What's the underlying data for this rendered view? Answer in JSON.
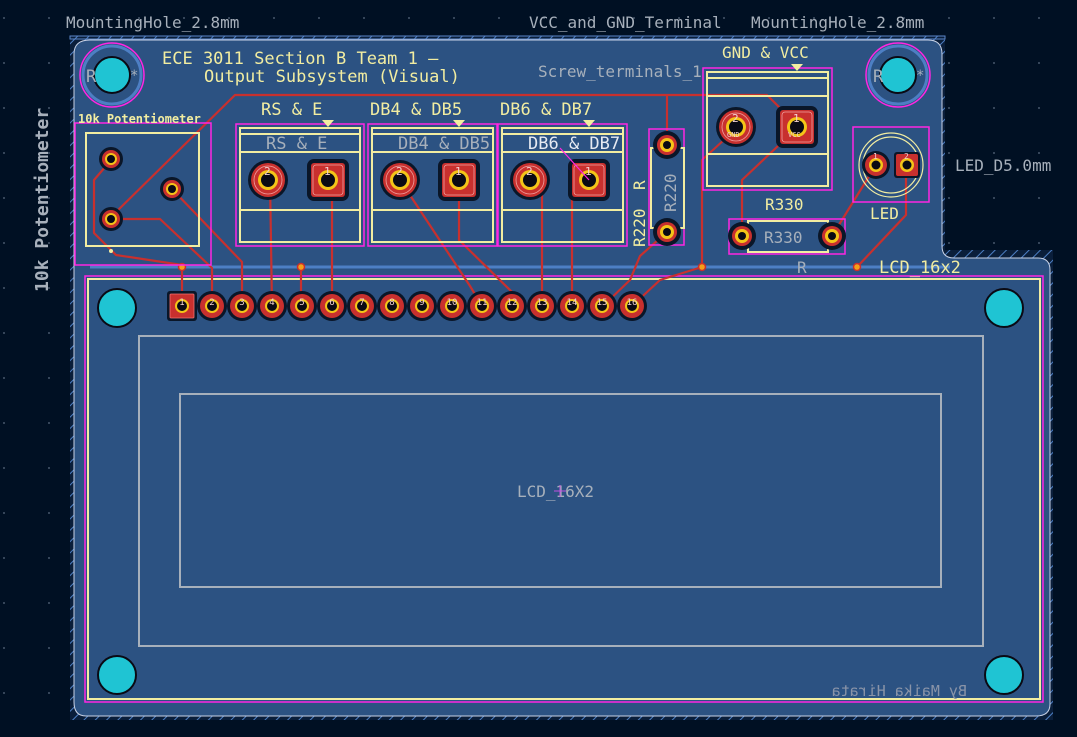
{
  "app": "PCB Editor",
  "colors": {
    "background": "#001023",
    "board": "#2c5282",
    "board_edge": "#c8d2e6",
    "silkscreen": "#f2eda1",
    "fab_text": "#a7b0bb",
    "courtyard": "#ff26e2",
    "trace": "#c8302e",
    "pad_copper": "#c8302e",
    "drill_ring": "#f4c518",
    "mount_hole": "#1fc4d3",
    "mount_ring": "#4d7fc4",
    "zone_hatch": "#4d7fc4",
    "grid_dot": "#6a7890"
  },
  "labels": {
    "mount_tl": "MountingHole_2.8mm",
    "mount_tr": "MountingHole_2.8mm",
    "vcc_gnd_terminal": "VCC_and_GND_Terminal",
    "title_line1": "ECE 3011 Section B Team 1 –",
    "title_line2": "Output Subsystem (Visual)",
    "screw_terminals": "Screw_terminals_1",
    "gnd_vcc": "GND & VCC",
    "pot_label": "10k Potentiometer",
    "pot_side": "10k Potentiometer",
    "rs_e": "RS & E",
    "db4_db5": "DB4 & DB5",
    "db6_db7": "DB6 & DB7",
    "rs_e_fab": "RS & E",
    "db4_db5_fab": "DB4 & DB5",
    "db6_db7_fab": "DB6 & DB7",
    "r220_silk": "R220",
    "r220_fab": "R220",
    "r220_ref": "R",
    "r330_silk": "R330",
    "r330_fab": "R330",
    "r330_ref": "R",
    "led": "LED",
    "led_footprint": "LED_D5.0mm",
    "lcd_ref": "LCD_16x2",
    "lcd_fab": "LCD_16X2",
    "author": "By Maika Hirata",
    "mount_ref": "R",
    "mount_star": "*"
  },
  "terminals": [
    {
      "name": "rs-e",
      "pins": [
        "2",
        "1"
      ]
    },
    {
      "name": "db4-db5",
      "pins": [
        "2",
        "1"
      ]
    },
    {
      "name": "db6-db7",
      "pins": [
        "2",
        "1"
      ]
    },
    {
      "name": "gnd-vcc",
      "pins": [
        "2",
        "1"
      ],
      "pin_nets": [
        "GND",
        "VCC"
      ]
    }
  ],
  "lcd_header_pins": [
    "1",
    "2",
    "3",
    "4",
    "5",
    "6",
    "7",
    "8",
    "9",
    "10",
    "11",
    "12",
    "13",
    "14",
    "15",
    "16"
  ],
  "led_pins": [
    "1",
    "2"
  ],
  "led_pin_nets": [
    "",
    "GND"
  ]
}
